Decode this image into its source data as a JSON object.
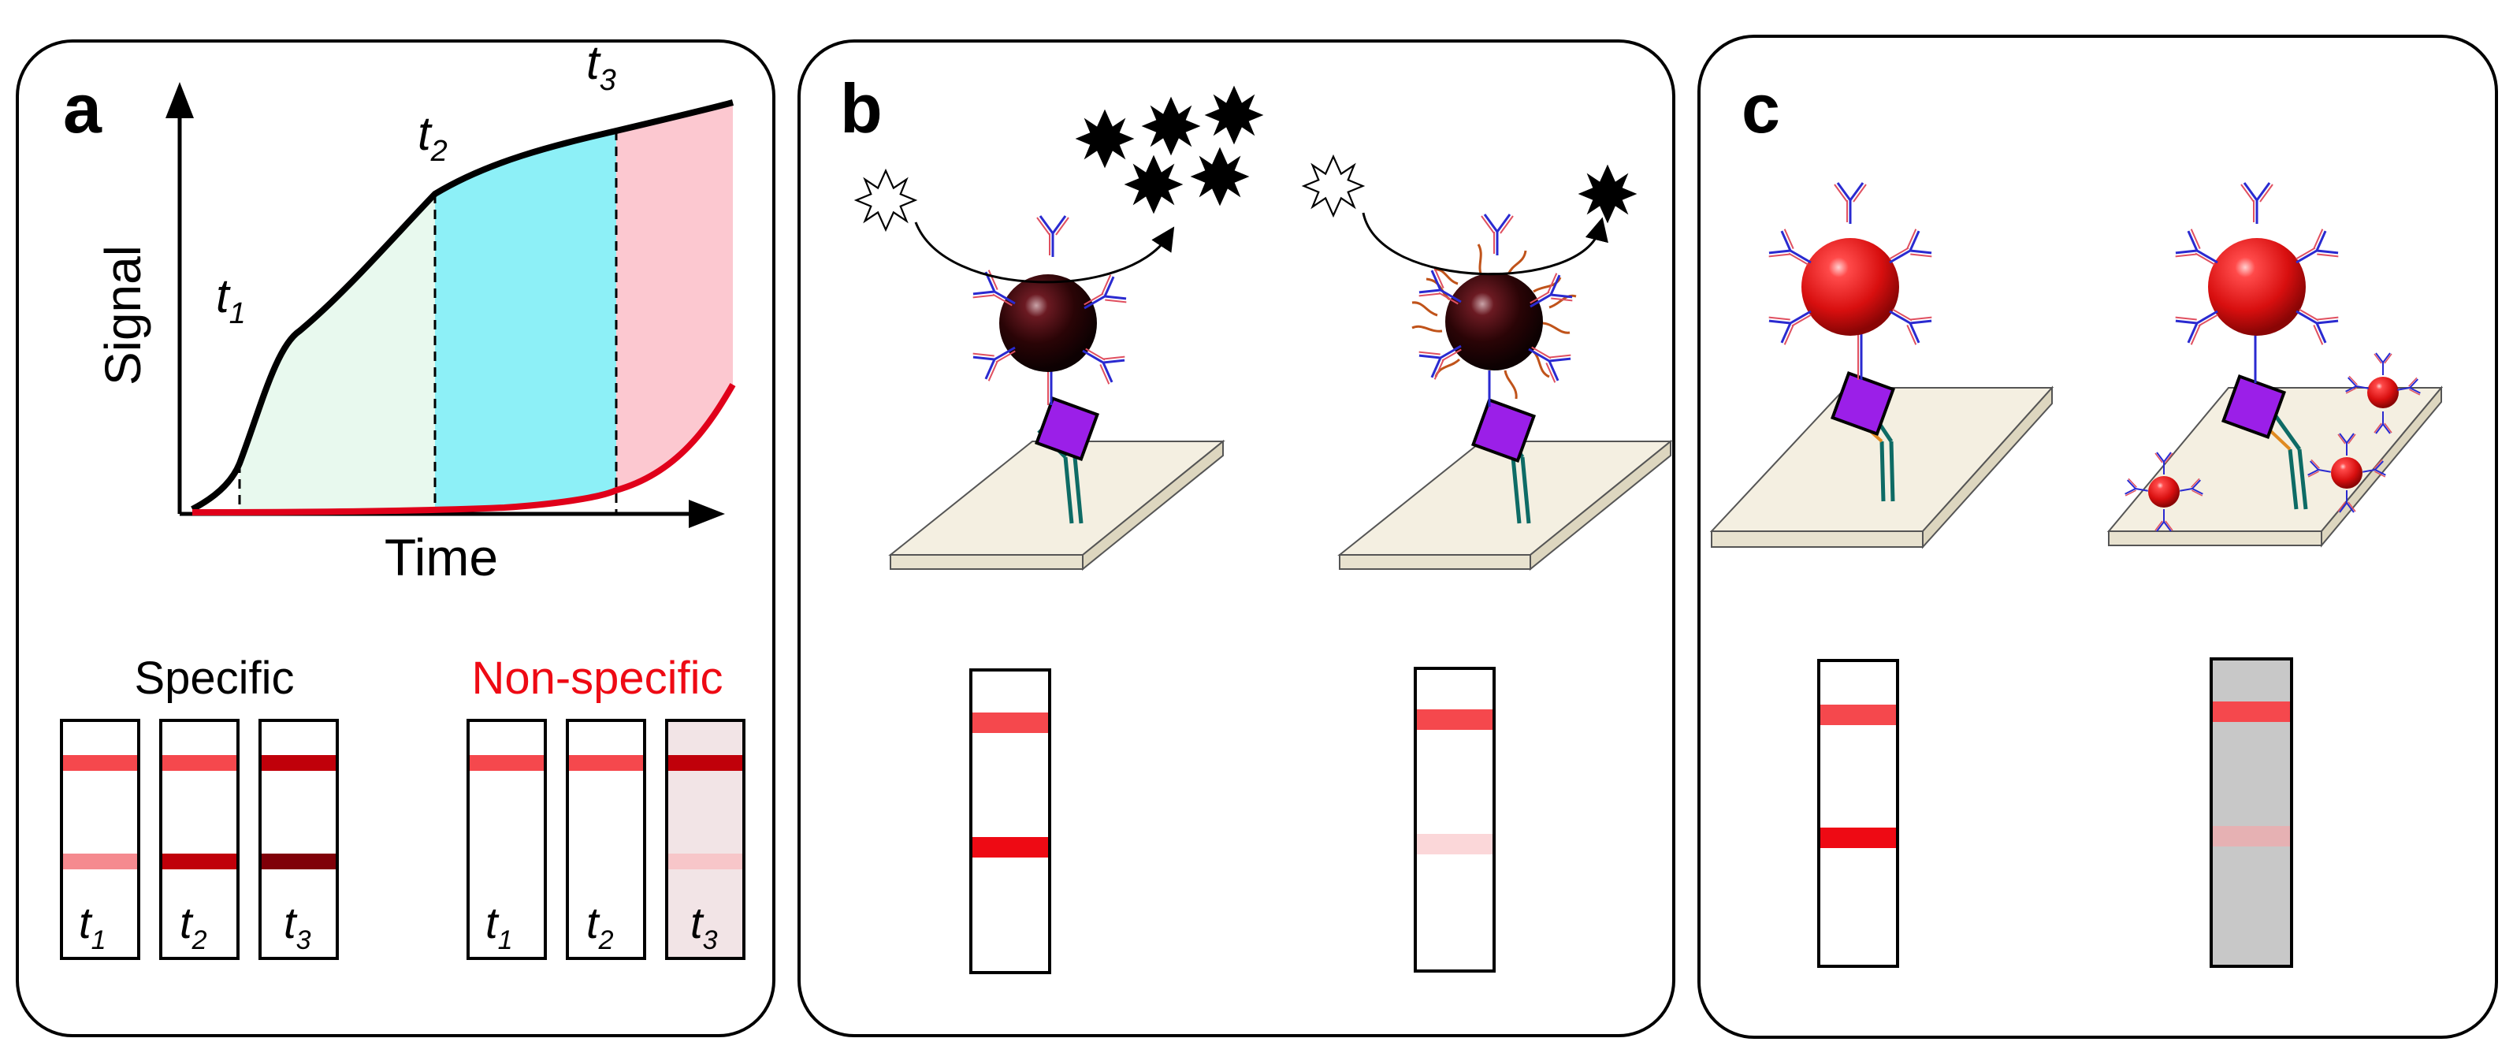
{
  "panels": {
    "a": {
      "letter": "a",
      "axis": {
        "y_label": "Signal",
        "x_label": "Time"
      },
      "time_points": [
        {
          "label": "t",
          "sub": "1"
        },
        {
          "label": "t",
          "sub": "2"
        },
        {
          "label": "t",
          "sub": "3"
        }
      ],
      "specific_title": "Specific",
      "nonspecific_title": "Non-specific",
      "specific_strips": [
        {
          "label": "t",
          "sub": "1"
        },
        {
          "label": "t",
          "sub": "2"
        },
        {
          "label": "t",
          "sub": "3"
        }
      ],
      "nonspecific_strips": [
        {
          "label": "t",
          "sub": "1"
        },
        {
          "label": "t",
          "sub": "2"
        },
        {
          "label": "t",
          "sub": "3"
        }
      ]
    },
    "b": {
      "letter": "b"
    },
    "c": {
      "letter": "c"
    }
  },
  "colors": {
    "specific_curve": "#000000",
    "nonspecific_curve": "#e0001a",
    "region_1": "#e8f9ee",
    "region_2": "#8df0f7",
    "region_3": "#fcc8d0",
    "control_line": "#f5484d",
    "test_line_strong": "#ee0a14",
    "nanoparticle_red": "#e01010",
    "nanoparticle_dark": "#2a0406",
    "antigen_purple": "#9b1fe8",
    "substrate": "#f4efe1",
    "grey_background": "#c8c8c8"
  }
}
